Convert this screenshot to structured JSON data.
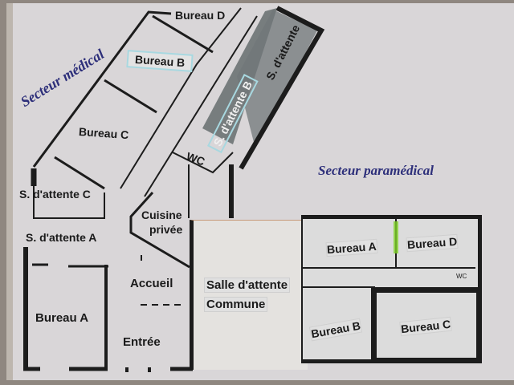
{
  "sectors": {
    "medical": "Secteur médical",
    "paramedical": "Secteur paramédical"
  },
  "medical_rooms": {
    "bureau_d": "Bureau D",
    "bureau_b": "Bureau B",
    "bureau_c": "Bureau C",
    "s_attente_b": "S. d'attente B",
    "s_attente": "S. d'attente",
    "wc": "WC",
    "s_attente_c": "S. d'attente C",
    "s_attente_a": "S. d'attente A",
    "cuisine": "Cuisine",
    "privee": "privée",
    "accueil": "Accueil",
    "bureau_a": "Bureau A",
    "entree": "Entrée"
  },
  "common": {
    "salle_line1": "Salle d'attente",
    "salle_line2": "Commune"
  },
  "paramedical_rooms": {
    "bureau_a": "Bureau A",
    "bureau_d": "Bureau D",
    "bureau_b": "Bureau B",
    "bureau_c": "Bureau C",
    "wc": "WC"
  },
  "colors": {
    "paper": "#d9d6d8",
    "walls": "#1c1c1c",
    "sector_text": "#2d2f7a",
    "label_box_outline": "#a8d8e0",
    "highlight_green": "#7fd12a"
  }
}
